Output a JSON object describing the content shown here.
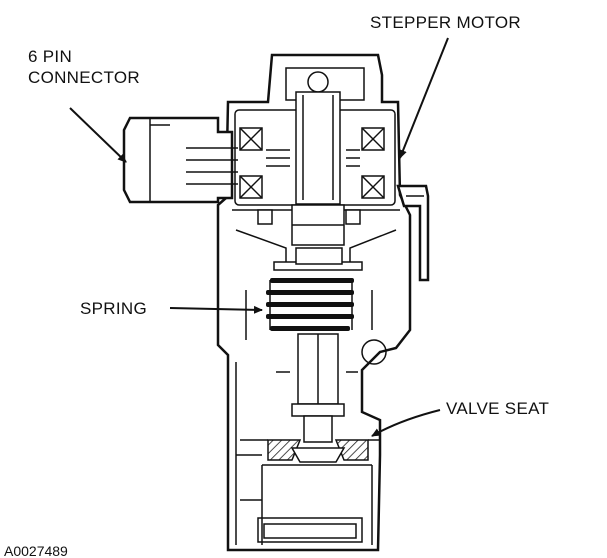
{
  "labels": {
    "six_pin_connector_line1": "6 PIN",
    "six_pin_connector_line2": "CONNECTOR",
    "stepper_motor": "STEPPER MOTOR",
    "spring": "SPRING",
    "valve_seat": "VALVE SEAT"
  },
  "figure_id": "A0027489"
}
